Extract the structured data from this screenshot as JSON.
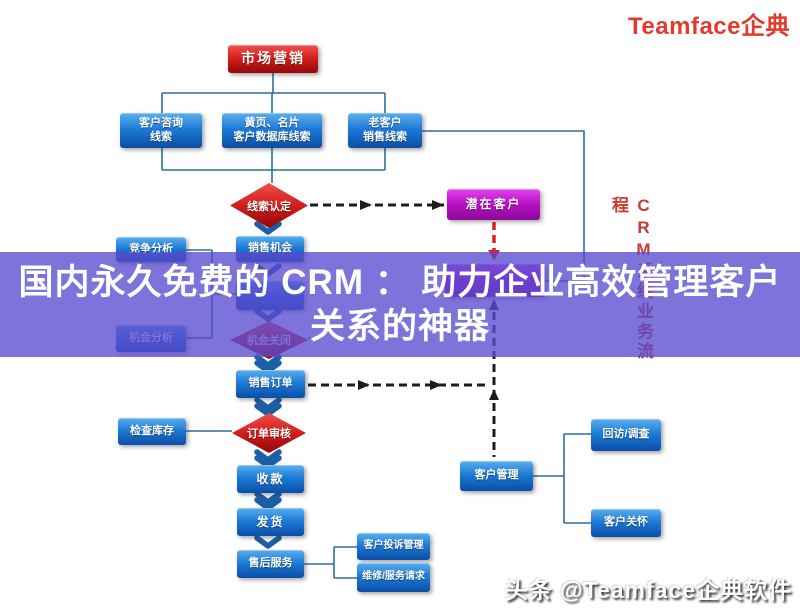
{
  "header": {
    "logo": "Teamface企典"
  },
  "watermark": {
    "line1": "国内永久免费的 CRM ： 助力企业高效管理客户",
    "line2": "关系的神器"
  },
  "footer": {
    "credit": "头条 @Teamface企典软件"
  },
  "side_label": {
    "text": "CRM系统业务流程"
  },
  "colors": {
    "brand_red": "#e23b2e",
    "overlay_purple": "#584bd0",
    "node_blue": "#1b79d5",
    "node_red": "#cf1a1a",
    "node_magenta": "#b911c5",
    "connector_blue": "#2e6da4",
    "side_caption_red": "#c93a32"
  },
  "flowchart": {
    "nodes": {
      "marketing": {
        "label": "市场营销"
      },
      "lead_inquiry": {
        "line1": "客户咨询",
        "line2": "线索"
      },
      "lead_yellowpages": {
        "line1": "黄页、名片",
        "line2": "客户数据库线索"
      },
      "lead_oldcustomer": {
        "line1": "老客户",
        "line2": "销售线索"
      },
      "lead_qualify": {
        "label": "线索认定"
      },
      "potential_customer": {
        "label": "潜在客户"
      },
      "competition_analysis": {
        "label": "竞争分析"
      },
      "sales_opportunity": {
        "label": "销售机会"
      },
      "opportunity_analysis": {
        "label": "机会分析"
      },
      "opportunity_close": {
        "label": "机会关闭"
      },
      "sales_order": {
        "label": "销售订单"
      },
      "check_inventory": {
        "label": "检查库存"
      },
      "order_review": {
        "label": "订单审核"
      },
      "collect_payment": {
        "label": "收款"
      },
      "ship_goods": {
        "label": "发货"
      },
      "after_sales": {
        "label": "售后服务"
      },
      "complaint_mgmt": {
        "label": "客户投诉管理"
      },
      "service_request": {
        "label": "维修/服务请求"
      },
      "customer_mgmt": {
        "label": "客户管理"
      },
      "revisit_survey": {
        "label": "回访/调查"
      },
      "customer_care": {
        "label": "客户关怀"
      }
    }
  }
}
